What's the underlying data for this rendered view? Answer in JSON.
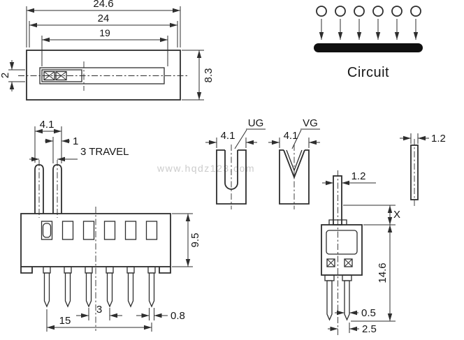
{
  "watermark": "www.hqdz123.com",
  "circuit": {
    "label": "Circuit",
    "terminal_count": 6
  },
  "top_view": {
    "dim_overall_width": "24.6",
    "dim_body_width": "24",
    "dim_inner_width": "19",
    "dim_height": "8.3",
    "dim_end": "2"
  },
  "actuator": {
    "dim_knob_width": "4.1",
    "dim_knob_thickness": "1",
    "dim_travel": "3 TRAVEL"
  },
  "front_view": {
    "dim_body_height": "9.5",
    "dim_pin_pitch": "3",
    "dim_pin_width": "0.8",
    "dim_pin_span": "15",
    "pin_count": 6
  },
  "ug_detail": {
    "label": "UG",
    "dim_width": "4.1"
  },
  "vg_detail": {
    "label": "VG",
    "dim_width": "4.1"
  },
  "bar_detail": {
    "dim_width": "1.2"
  },
  "side_view": {
    "dim_actuator_width": "1.2",
    "dim_height_x": "X",
    "dim_body_to_pin": "14.6",
    "dim_pin_thickness": "0.5",
    "dim_pin_offset": "2.5"
  },
  "colors": {
    "line": "#2e2e2e",
    "text": "#161616",
    "watermark": "#cccccc",
    "terminal_bar": "#101010",
    "background": "#ffffff"
  }
}
